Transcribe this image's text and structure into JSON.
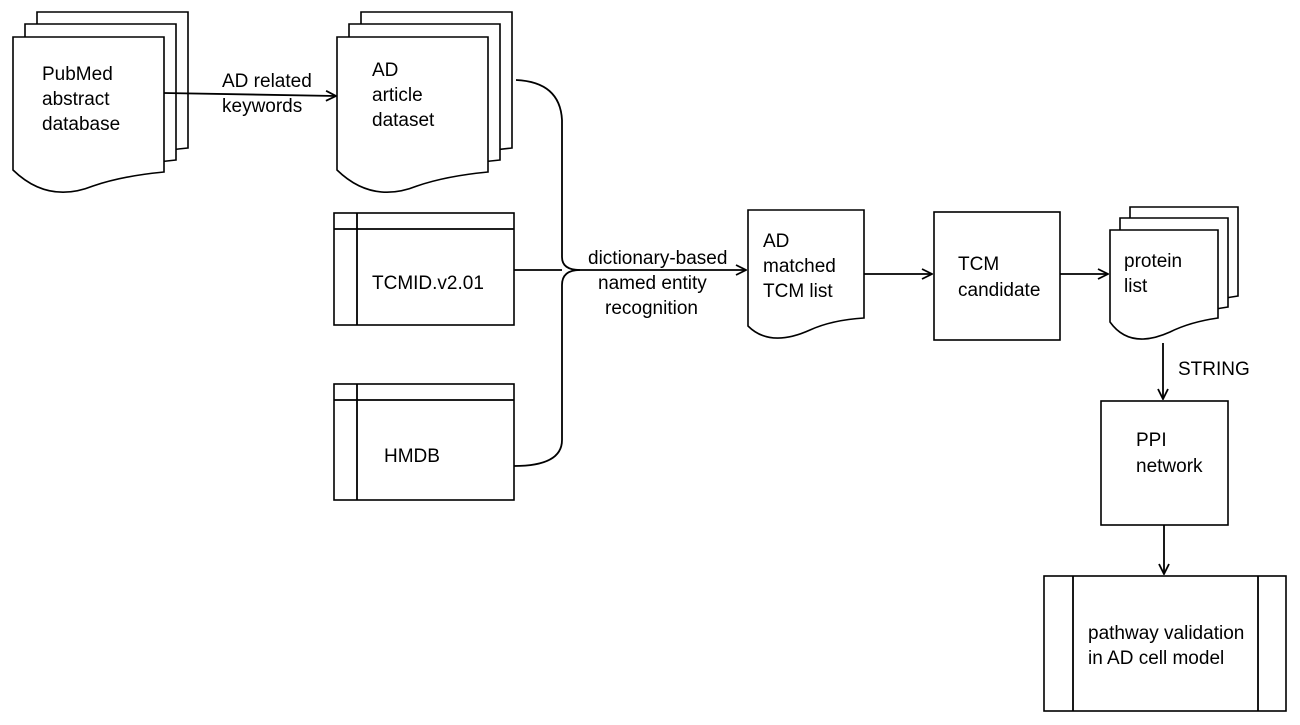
{
  "nodes": {
    "pubmed": [
      "PubMed",
      "abstract",
      "database"
    ],
    "ad_article": [
      "AD",
      "article",
      "dataset"
    ],
    "tcmid": [
      "TCMID.v2.01"
    ],
    "hmdb": [
      "HMDB"
    ],
    "ad_matched": [
      "AD",
      "matched",
      "TCM list"
    ],
    "tcm_candidate": [
      "TCM",
      "candidate"
    ],
    "protein_list": [
      "protein",
      "list"
    ],
    "ppi": [
      "PPI",
      "network"
    ],
    "pathway": [
      "pathway validation",
      "in AD cell model"
    ]
  },
  "edges": {
    "keywords": [
      "AD related",
      "keywords"
    ],
    "ner": [
      "dictionary-based",
      "named entity",
      "recognition"
    ],
    "string": "STRING"
  }
}
